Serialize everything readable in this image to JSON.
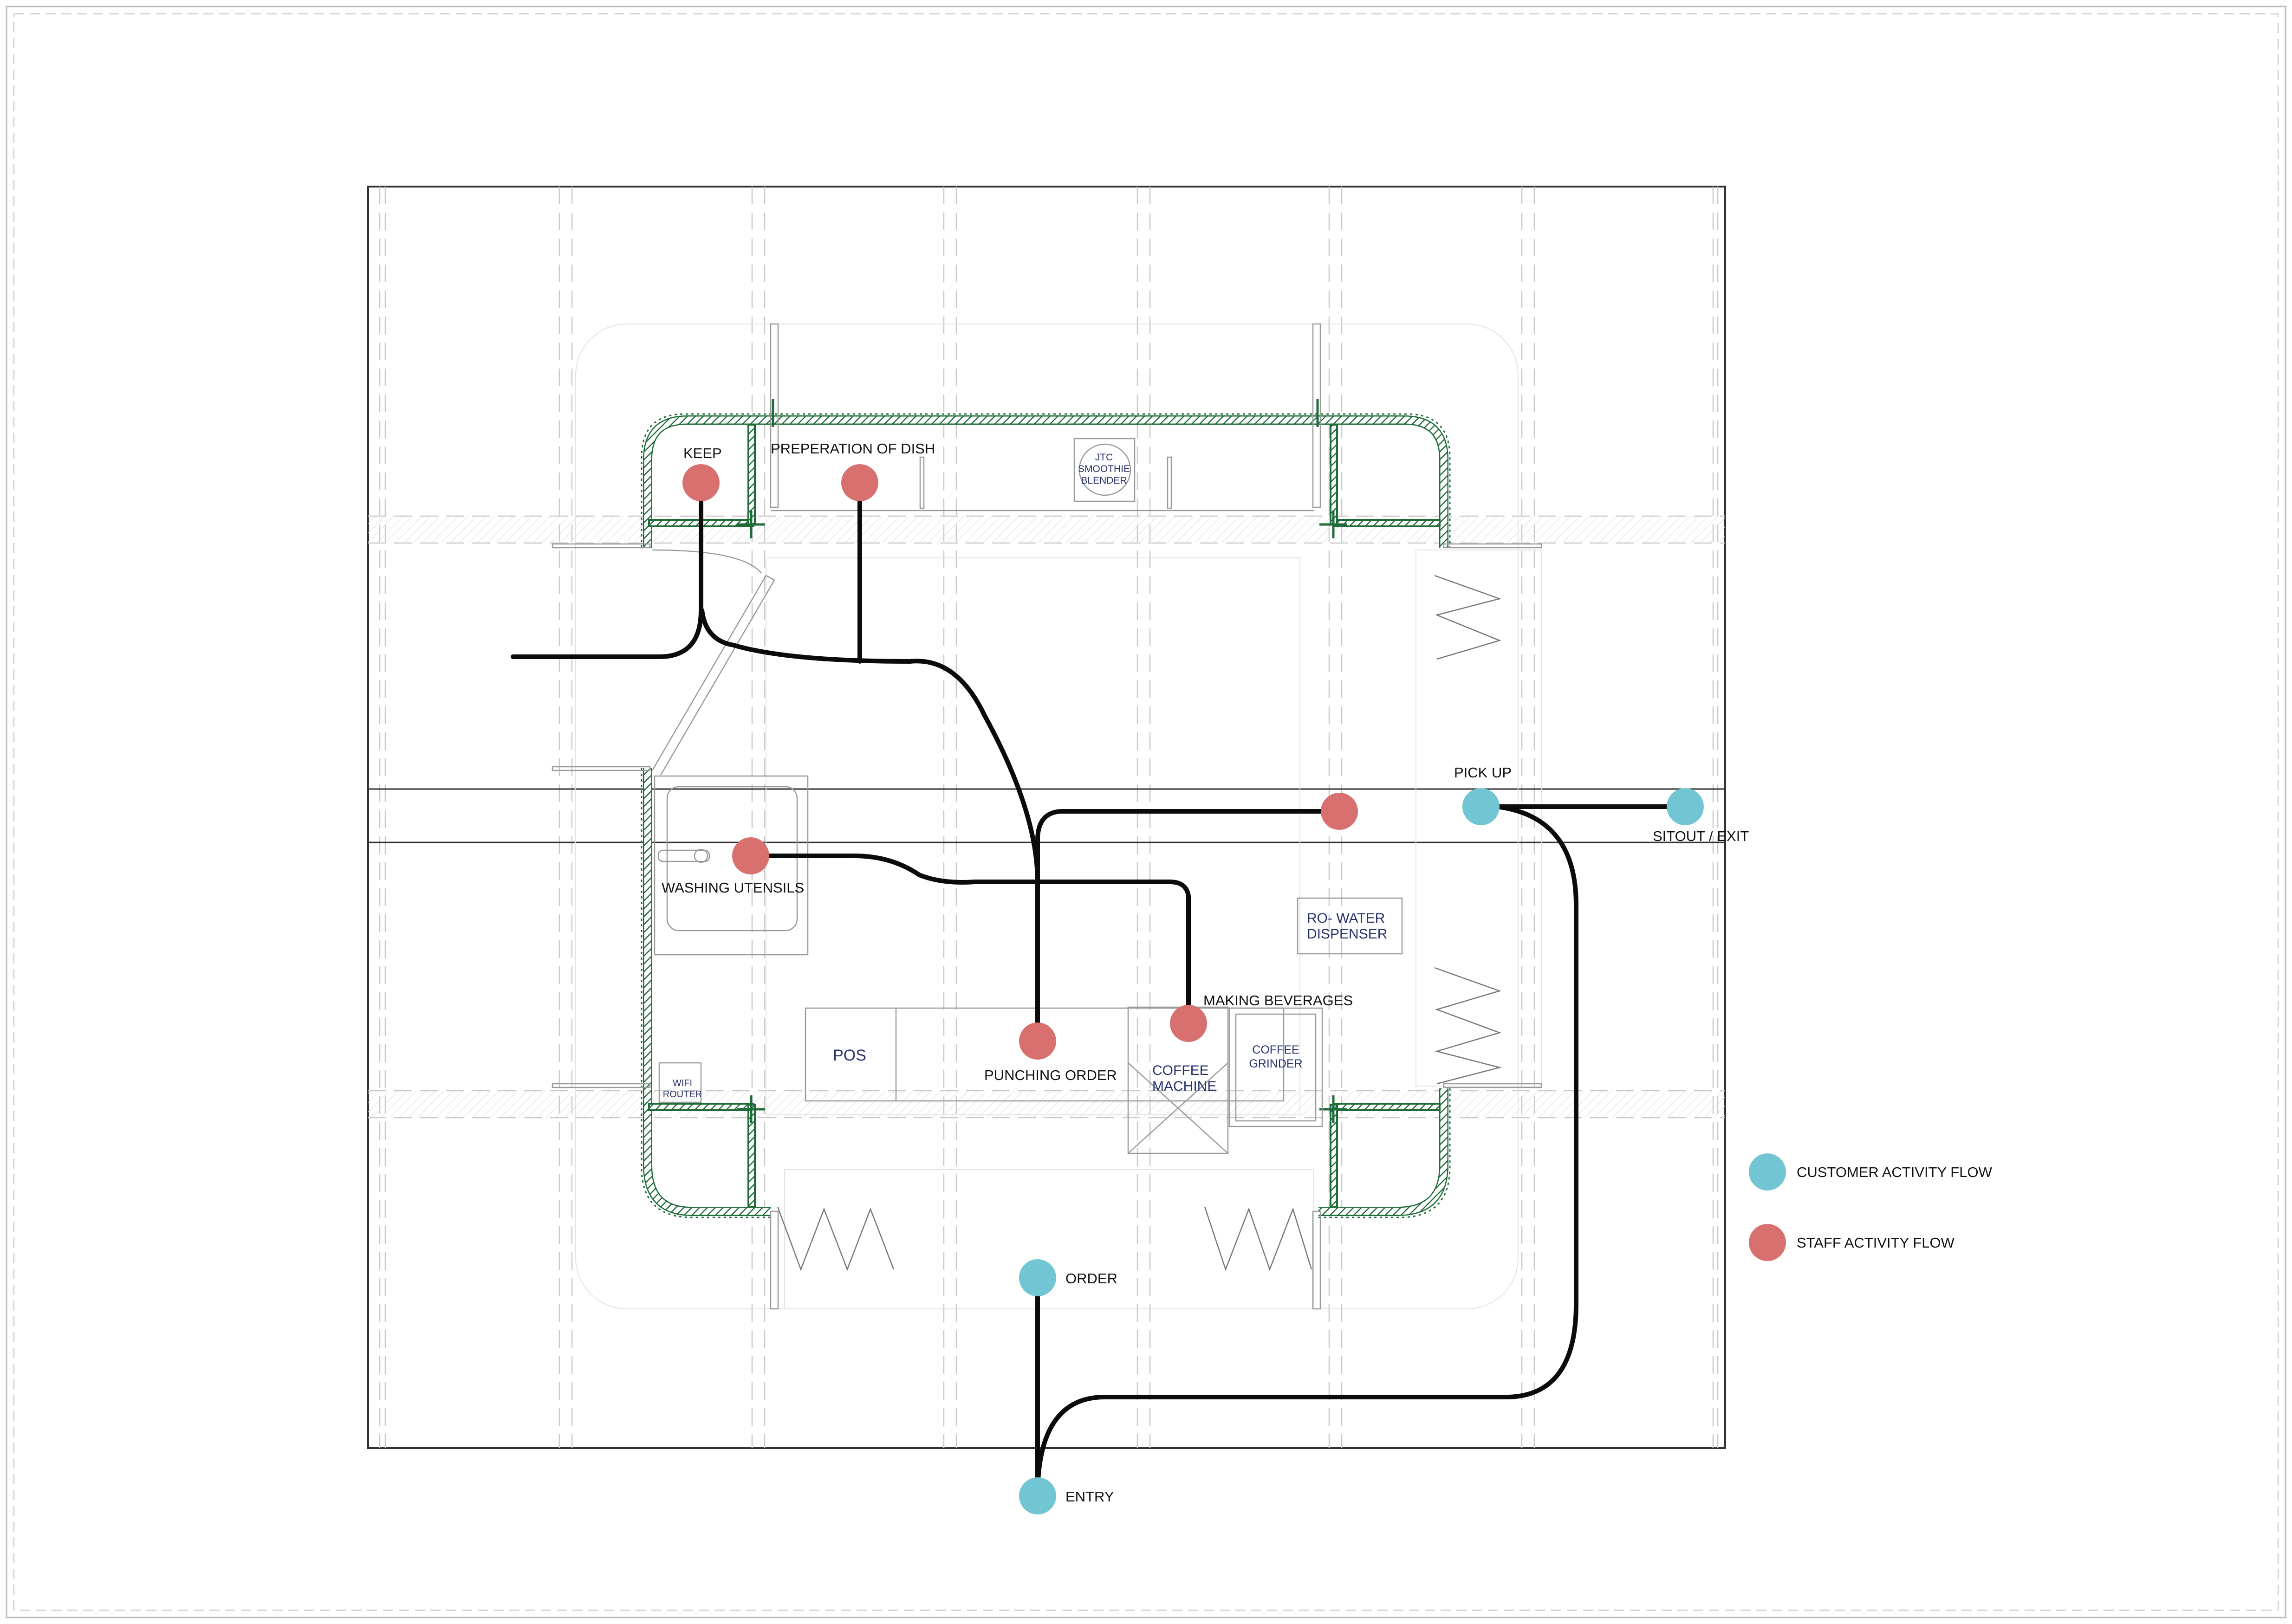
{
  "colors": {
    "customer_dot": "#72c6d3",
    "staff_dot": "#d97070",
    "flow_line": "#0b0b0b",
    "wall_green": "#1f6b3a",
    "equipment_text": "#27326b"
  },
  "labels": {
    "keep": "KEEP",
    "preparation": "PREPERATION OF DISH",
    "washing": "WASHING UTENSILS",
    "punching": "PUNCHING ORDER",
    "making": "MAKING BEVERAGES",
    "pickup": "PICK UP",
    "sitout": "SITOUT / EXIT",
    "order": "ORDER",
    "entry": "ENTRY"
  },
  "equipment": {
    "smoothie": [
      "JTC",
      "SMOOTHIE",
      "BLENDER"
    ],
    "ro_water": [
      "RO- WATER",
      "DISPENSER"
    ],
    "coffee_grinder": [
      "COFFEE",
      "GRINDER"
    ],
    "coffee_machine": [
      "COFFEE",
      "MACHINE"
    ],
    "pos": "POS",
    "wifi": [
      "WIFI",
      "ROUTER"
    ]
  },
  "legend": {
    "customer": "CUSTOMER ACTIVITY FLOW",
    "staff": "STAFF ACTIVITY FLOW"
  }
}
